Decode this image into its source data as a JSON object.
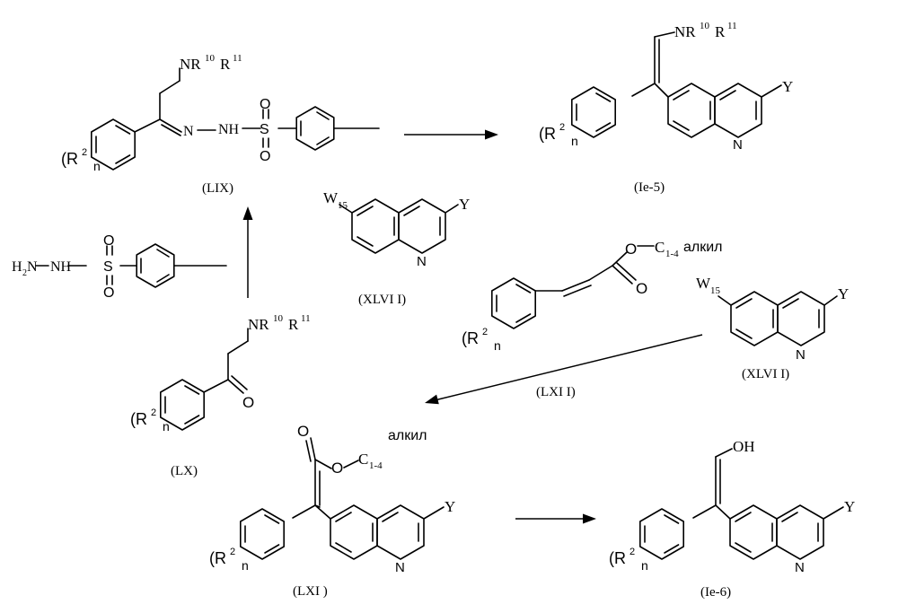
{
  "compounds": {
    "LIX": {
      "label": "(LIX)",
      "amine": "NR",
      "sup10": "10",
      "R": "R",
      "sup11": "11",
      "N_eq": "N",
      "hydrazone": "NH",
      "S": "S",
      "O": "O",
      "R_sub": "(R",
      "two": "2",
      "n": "n"
    },
    "Ie5": {
      "label": "(Ie-5)",
      "amine": "NR",
      "sup10": "10",
      "R": "R",
      "sup11": "11",
      "Y": "Y",
      "N": "N",
      "R_sub": "(R",
      "two": "2",
      "n": "n"
    },
    "reagent_hydrazide": {
      "H": "H",
      "sub2": "2",
      "N": "N",
      "NH": "NH",
      "S": "S",
      "O": "O"
    },
    "XLVII_top": {
      "label": "(XLVI I)",
      "W": "W",
      "sub15": "15",
      "Y": "Y",
      "N": "N"
    },
    "cinnamate": {
      "O": "O",
      "C": "C",
      "chain": "1-4",
      "alkyl": "алкил",
      "R_sub": "(R",
      "two": "2",
      "n": "n"
    },
    "XLVII_right": {
      "label": "(XLVI I)",
      "W": "W",
      "sub15": "15",
      "Y": "Y",
      "N": "N"
    },
    "LXII_label": "(LXI I)",
    "LX": {
      "label": "(LX)",
      "amine": "NR",
      "sup10": "10",
      "R": "R",
      "sup11": "11",
      "O": "O",
      "R_sub": "(R",
      "two": "2",
      "n": "n"
    },
    "LXI": {
      "label": "(LXI )",
      "O": "O",
      "C": "C",
      "chain": "1-4",
      "alkyl": "алкил",
      "Y": "Y",
      "N": "N",
      "R_sub": "(R",
      "two": "2",
      "n": "n"
    },
    "Ie6": {
      "label": "(Ie-6)",
      "OH": "OH",
      "Y": "Y",
      "N": "N",
      "R_sub": "(R",
      "two": "2",
      "n": "n"
    }
  }
}
